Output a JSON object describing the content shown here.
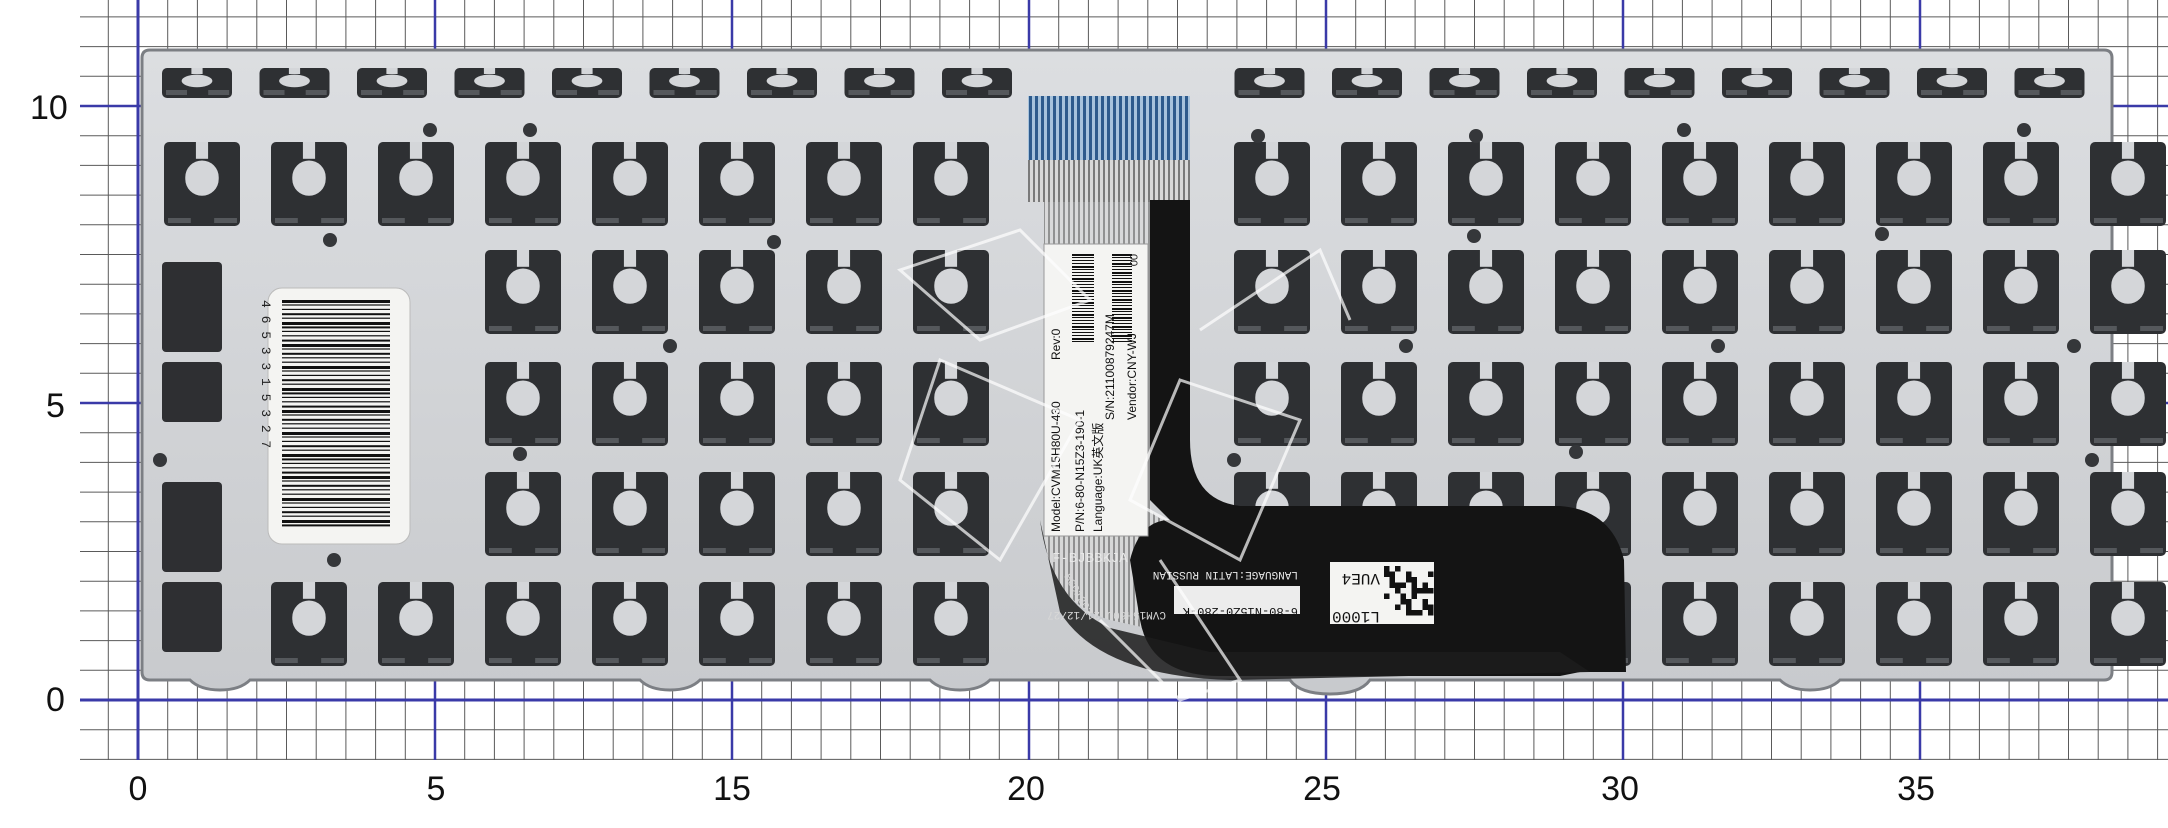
{
  "scale_ruler": {
    "x_ticks": [
      "0",
      "5",
      "15",
      "20",
      "25",
      "30",
      "35"
    ],
    "y_ticks": [
      "10",
      "5",
      "0"
    ]
  },
  "label_sticker": {
    "lines": [
      "Model:CVM15H80U-430",
      "P/N:6-80-N15Z3-190-1",
      "Language:UK英文版",
      "Rev:0",
      "S/N:21100879247M",
      "Vendor:CNY-WJ"
    ],
    "suffix": "00"
  },
  "ribbon_labels": {
    "part_code": "F-BJBBKJA",
    "date_stamp": "CVM15H80U 21/12/27",
    "batch": "BC01202",
    "language": "LANGUAGE:LATIN RUSSIAN",
    "cable_pn": "6-80-N15Z0-280-K",
    "vendor_code": "VUE4",
    "lot": "L1000"
  },
  "barcode_sticker": {
    "digits": "4 6 5 3 3 1 5 3 2 7"
  },
  "colors": {
    "plate": "#d4d6d9",
    "plate_edge": "#7c7f84",
    "grid_major": "#3a3aa8",
    "grid_minor": "#5a5a5a",
    "ribbon": "#141414",
    "flex_blue": "#2d5a8c",
    "sticker": "#f4f4f2"
  }
}
